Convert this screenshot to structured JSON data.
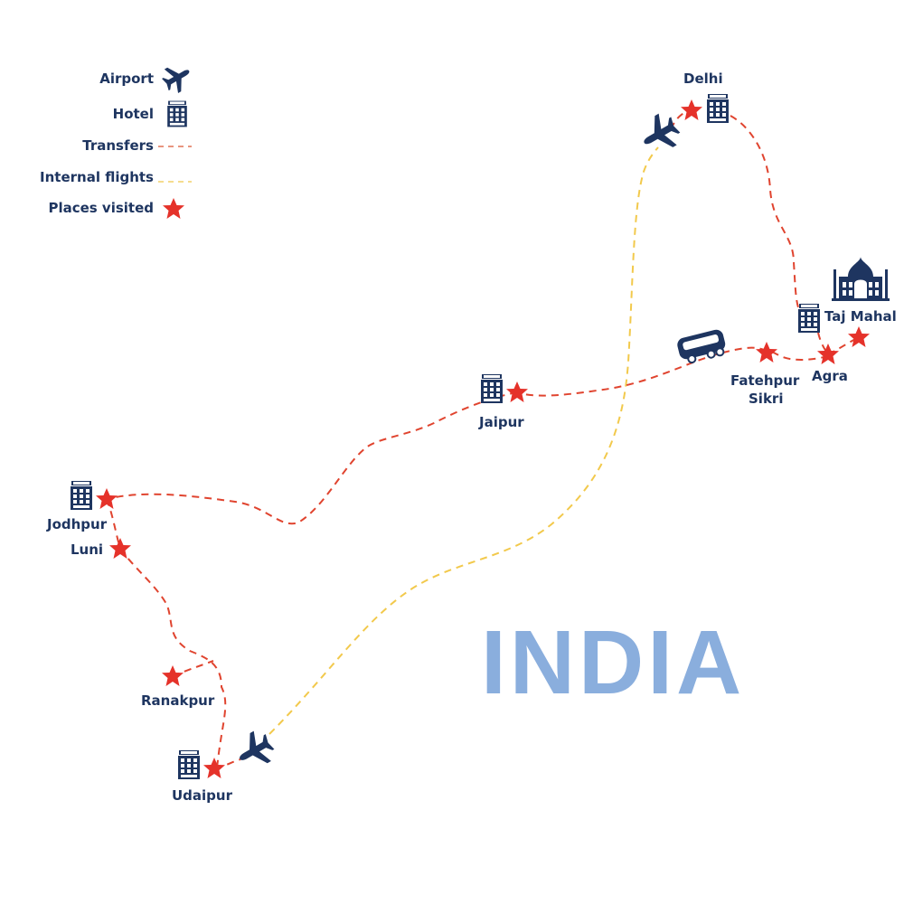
{
  "legend": {
    "airport": "Airport",
    "hotel": "Hotel",
    "transfers": "Transfers",
    "internal_flights": "Internal flights",
    "places_visited": "Places visited"
  },
  "places": {
    "delhi": "Delhi",
    "taj_mahal": "Taj Mahal",
    "agra": "Agra",
    "fatehpur_sikri_1": "Fatehpur",
    "fatehpur_sikri_2": "Sikri",
    "jaipur": "Jaipur",
    "jodhpur": "Jodhpur",
    "luni": "Luni",
    "ranakpur": "Ranakpur",
    "udaipur": "Udaipur"
  },
  "country": "INDIA",
  "colors": {
    "navy": "#1e3560",
    "transfer": "#e0442f",
    "flight": "#f2c94c",
    "star": "#e5322a",
    "country": "#8aaedd"
  },
  "icons": [
    "airplane-icon",
    "hotel-icon",
    "star-icon",
    "bus-icon",
    "taj-mahal-icon"
  ]
}
